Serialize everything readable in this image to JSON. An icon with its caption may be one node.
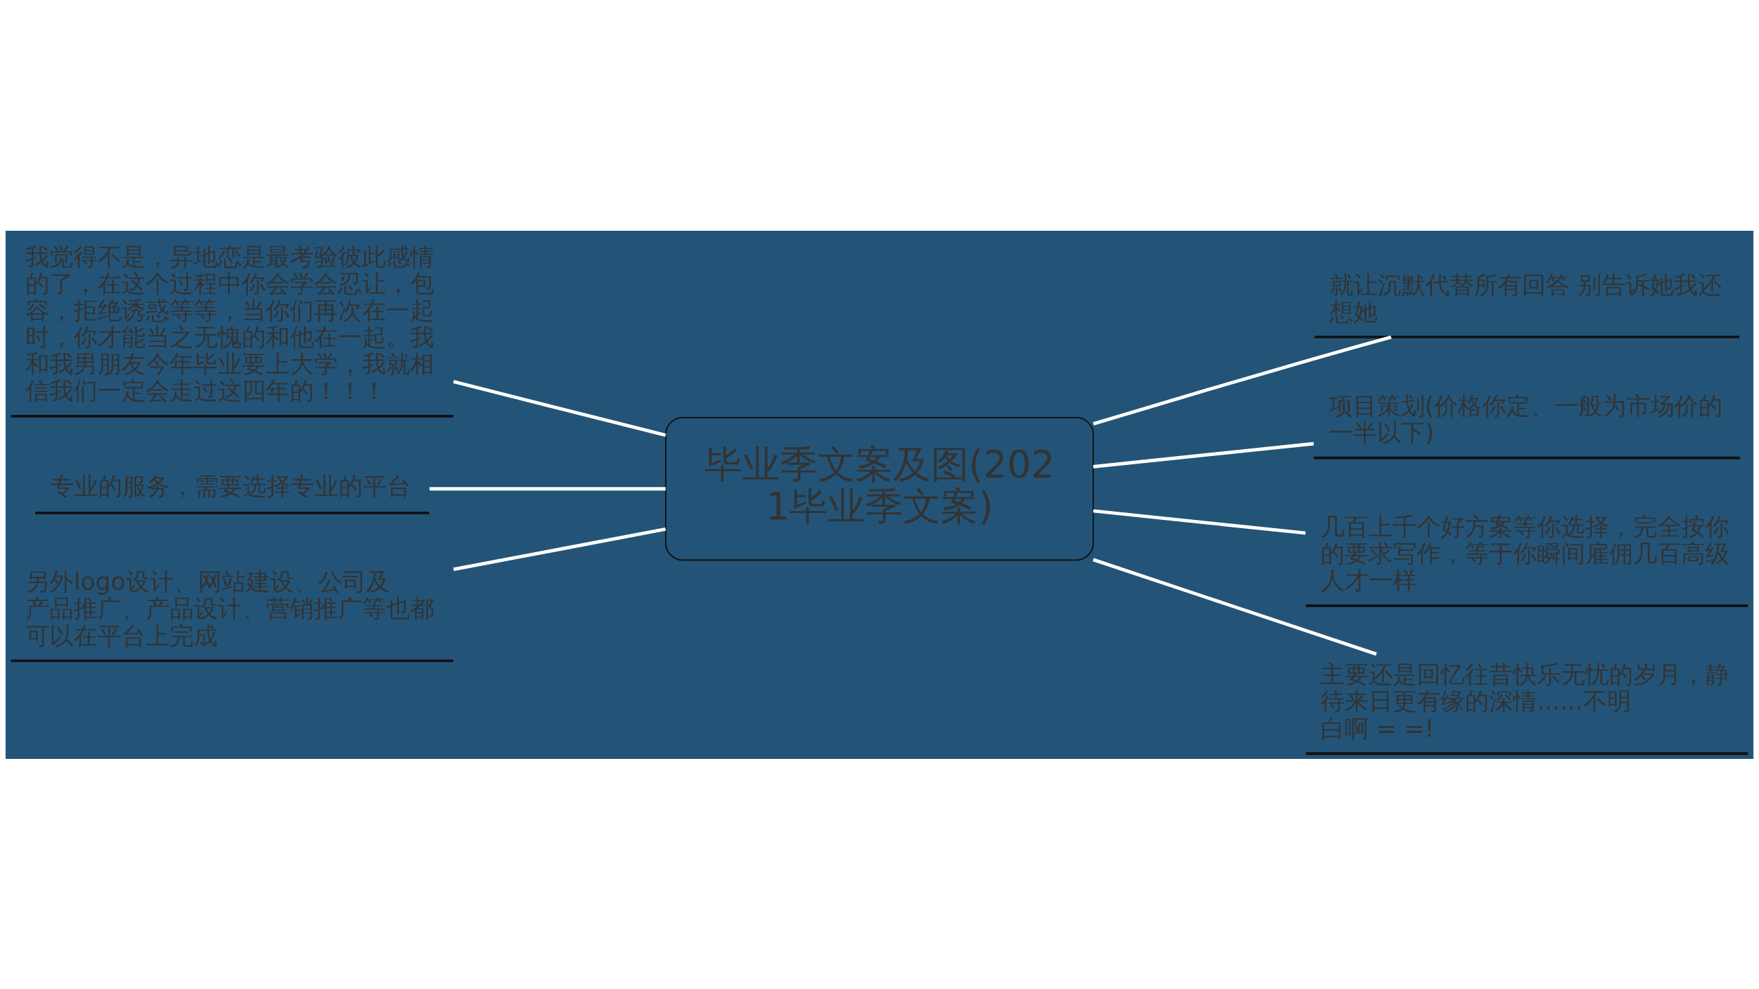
{
  "diagram": {
    "nodes": [
      {
        "text": [
          "毕业季文案及图(2021毕业季文案)"
        ]
      },
      {
        "text": [
          "我觉得不是，异地恋是最考验彼此感情的了，在这个过程中你会学会忍让，包容，拒绝诱惑等等，当你们再次在一起时，你才能当之无愧的和他在一起。我和我男朋友今年毕业要上大学，我就相信我们一定会走过这四年的！！！"
        ]
      },
      {
        "text": [
          "专业的服务，需要选择专业的平台"
        ]
      },
      {
        "text": [
          "另外logo设计、网站建设、公司及产品推广、产品设计、营销推广等也都可以在平台上完成"
        ]
      },
      {
        "text": [
          "就让沉默代替所有回答 别告诉她我还想她"
        ]
      },
      {
        "text": [
          "项目策划(价格你定、一般为市场价的一半以下)"
        ]
      },
      {
        "text": [
          "几百上千个好方案等你选择，完全按你的要求写作，等于你瞬间雇佣几百高级人才一样"
        ]
      },
      {
        "text": [
          "主要还是回忆往昔快乐无忧的岁月，静待来日更有缘的深情......不明白啊 = =!"
        ]
      }
    ],
    "edges": [
      {
        "from": 1,
        "to": 0,
        "arrow": "none"
      },
      {
        "from": 2,
        "to": 0,
        "arrow": "none"
      },
      {
        "from": 3,
        "to": 0,
        "arrow": "none"
      },
      {
        "from": 0,
        "to": 4,
        "arrow": "none"
      },
      {
        "from": 0,
        "to": 5,
        "arrow": "none"
      },
      {
        "from": 0,
        "to": 6,
        "arrow": "none"
      },
      {
        "from": 0,
        "to": 7,
        "arrow": "none"
      }
    ]
  }
}
